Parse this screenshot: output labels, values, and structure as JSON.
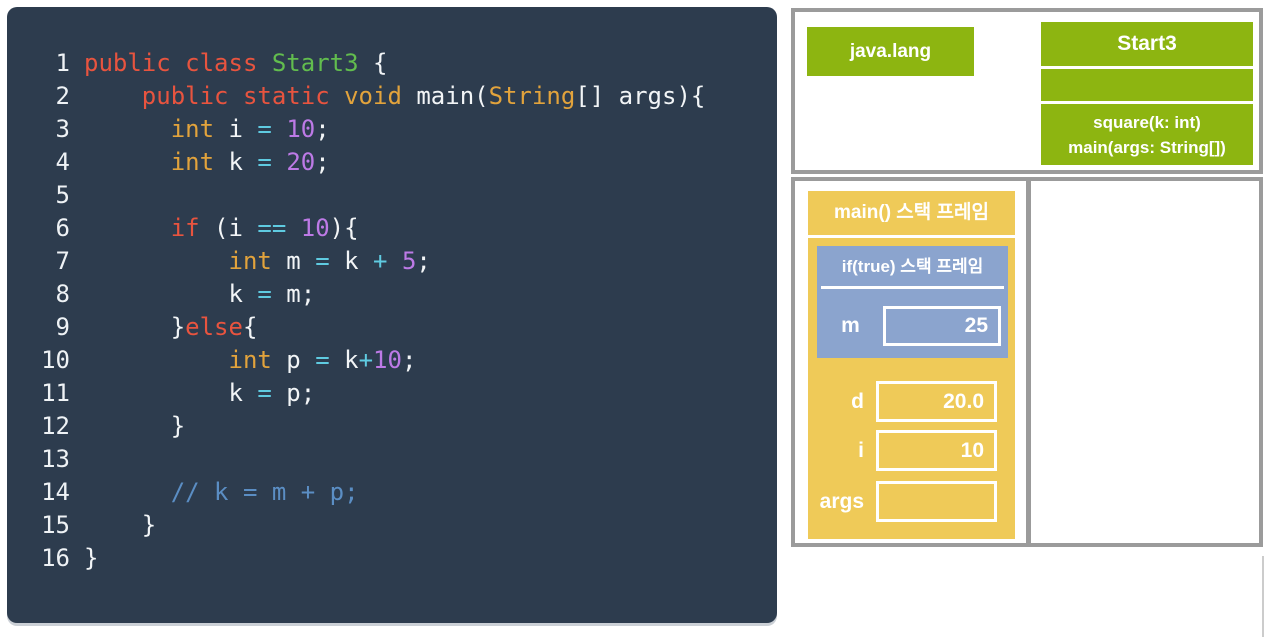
{
  "code_editor": {
    "background": "#2d3c4e",
    "token_colors": {
      "red": "#e8543f",
      "green": "#62bd4e",
      "orange": "#e2a33c",
      "cyan": "#5fcbe1",
      "purple": "#bd7ae6",
      "white": "#f2f5f7",
      "comment": "#5b8ec4"
    },
    "lines": [
      {
        "num": "1",
        "tokens": [
          [
            "red",
            "public class "
          ],
          [
            "green",
            "Start3"
          ],
          [
            "white",
            " {"
          ]
        ]
      },
      {
        "num": "2",
        "tokens": [
          [
            "white",
            "    "
          ],
          [
            "red",
            "public static "
          ],
          [
            "orange",
            "void "
          ],
          [
            "white",
            "main("
          ],
          [
            "orange",
            "String"
          ],
          [
            "white",
            "[] args){"
          ]
        ]
      },
      {
        "num": "3",
        "tokens": [
          [
            "white",
            "      "
          ],
          [
            "orange",
            "int"
          ],
          [
            "white",
            " i "
          ],
          [
            "cyan",
            "="
          ],
          [
            "white",
            " "
          ],
          [
            "purple",
            "10"
          ],
          [
            "white",
            ";"
          ]
        ]
      },
      {
        "num": "4",
        "tokens": [
          [
            "white",
            "      "
          ],
          [
            "orange",
            "int"
          ],
          [
            "white",
            " k "
          ],
          [
            "cyan",
            "="
          ],
          [
            "white",
            " "
          ],
          [
            "purple",
            "20"
          ],
          [
            "white",
            ";"
          ]
        ]
      },
      {
        "num": "5",
        "tokens": []
      },
      {
        "num": "6",
        "tokens": [
          [
            "white",
            "      "
          ],
          [
            "red",
            "if"
          ],
          [
            "white",
            " (i "
          ],
          [
            "cyan",
            "=="
          ],
          [
            "white",
            " "
          ],
          [
            "purple",
            "10"
          ],
          [
            "white",
            "){"
          ]
        ]
      },
      {
        "num": "7",
        "tokens": [
          [
            "white",
            "          "
          ],
          [
            "orange",
            "int"
          ],
          [
            "white",
            " m "
          ],
          [
            "cyan",
            "="
          ],
          [
            "white",
            " k "
          ],
          [
            "cyan",
            "+"
          ],
          [
            "white",
            " "
          ],
          [
            "purple",
            "5"
          ],
          [
            "white",
            ";"
          ]
        ]
      },
      {
        "num": "8",
        "tokens": [
          [
            "white",
            "          k "
          ],
          [
            "cyan",
            "="
          ],
          [
            "white",
            " m;"
          ]
        ]
      },
      {
        "num": "9",
        "tokens": [
          [
            "white",
            "      }"
          ],
          [
            "red",
            "else"
          ],
          [
            "white",
            "{"
          ]
        ]
      },
      {
        "num": "10",
        "tokens": [
          [
            "white",
            "          "
          ],
          [
            "orange",
            "int"
          ],
          [
            "white",
            " p "
          ],
          [
            "cyan",
            "="
          ],
          [
            "white",
            " k"
          ],
          [
            "cyan",
            "+"
          ],
          [
            "purple",
            "10"
          ],
          [
            "white",
            ";"
          ]
        ]
      },
      {
        "num": "11",
        "tokens": [
          [
            "white",
            "          k "
          ],
          [
            "cyan",
            "="
          ],
          [
            "white",
            " p;"
          ]
        ]
      },
      {
        "num": "12",
        "tokens": [
          [
            "white",
            "      }"
          ]
        ]
      },
      {
        "num": "13",
        "tokens": []
      },
      {
        "num": "14",
        "tokens": [
          [
            "comment",
            "      // k = m + p;"
          ]
        ]
      },
      {
        "num": "15",
        "tokens": [
          [
            "white",
            "    }"
          ]
        ]
      },
      {
        "num": "16",
        "tokens": [
          [
            "white",
            "}"
          ]
        ]
      }
    ]
  },
  "uml": {
    "package_label": "java.lang",
    "class_name": "Start3",
    "fields_section": "",
    "methods": [
      "square(k: int)",
      "main(args: String[])"
    ],
    "accent_green": "#8db511",
    "border_gray": "#9b9b9b"
  },
  "stack": {
    "main_frame_title": "main() 스택 프레임",
    "if_frame_title": "if(true) 스택 프레임",
    "if_vars": [
      {
        "name": "m",
        "value": "25"
      }
    ],
    "main_vars": [
      {
        "name": "d",
        "value": "20.0"
      },
      {
        "name": "i",
        "value": "10"
      },
      {
        "name": "args",
        "value": ""
      }
    ],
    "colors": {
      "frame_yellow": "#efca58",
      "frame_blue": "#8ba4ce",
      "border_gray": "#9b9b9b"
    }
  }
}
